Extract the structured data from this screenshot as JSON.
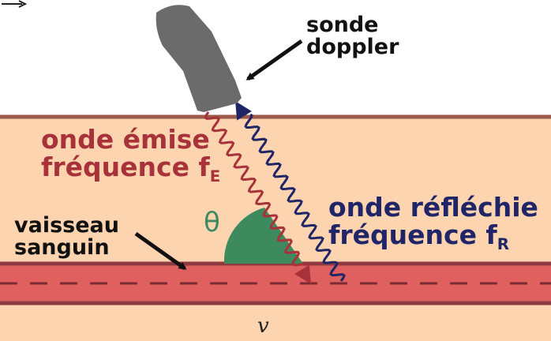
{
  "labels": {
    "probe": [
      "sonde",
      "doppler"
    ],
    "emitted": {
      "line1": "onde émise",
      "line2_prefix": "fréquence f",
      "line2_sub": "E"
    },
    "reflected": {
      "line1": "onde réfléchie",
      "line2_prefix": "fréquence f",
      "line2_sub": "R"
    },
    "vessel": [
      "vaisseau",
      "sanguin"
    ],
    "angle": "θ",
    "velocity": "v"
  },
  "colors": {
    "background": "#ffffff",
    "tissue": "#fdd4b0",
    "skin_line": "#9c5a48",
    "vessel_fill": "#e06060",
    "vessel_wall": "#8e3a40",
    "vessel_centerline": "#7a2a30",
    "probe": "#6b6b6b",
    "emitted_wave": "#a8323a",
    "reflected_wave": "#1f2566",
    "angle_sector": "#3c8a5e",
    "pointer_arrows": "#111111"
  }
}
